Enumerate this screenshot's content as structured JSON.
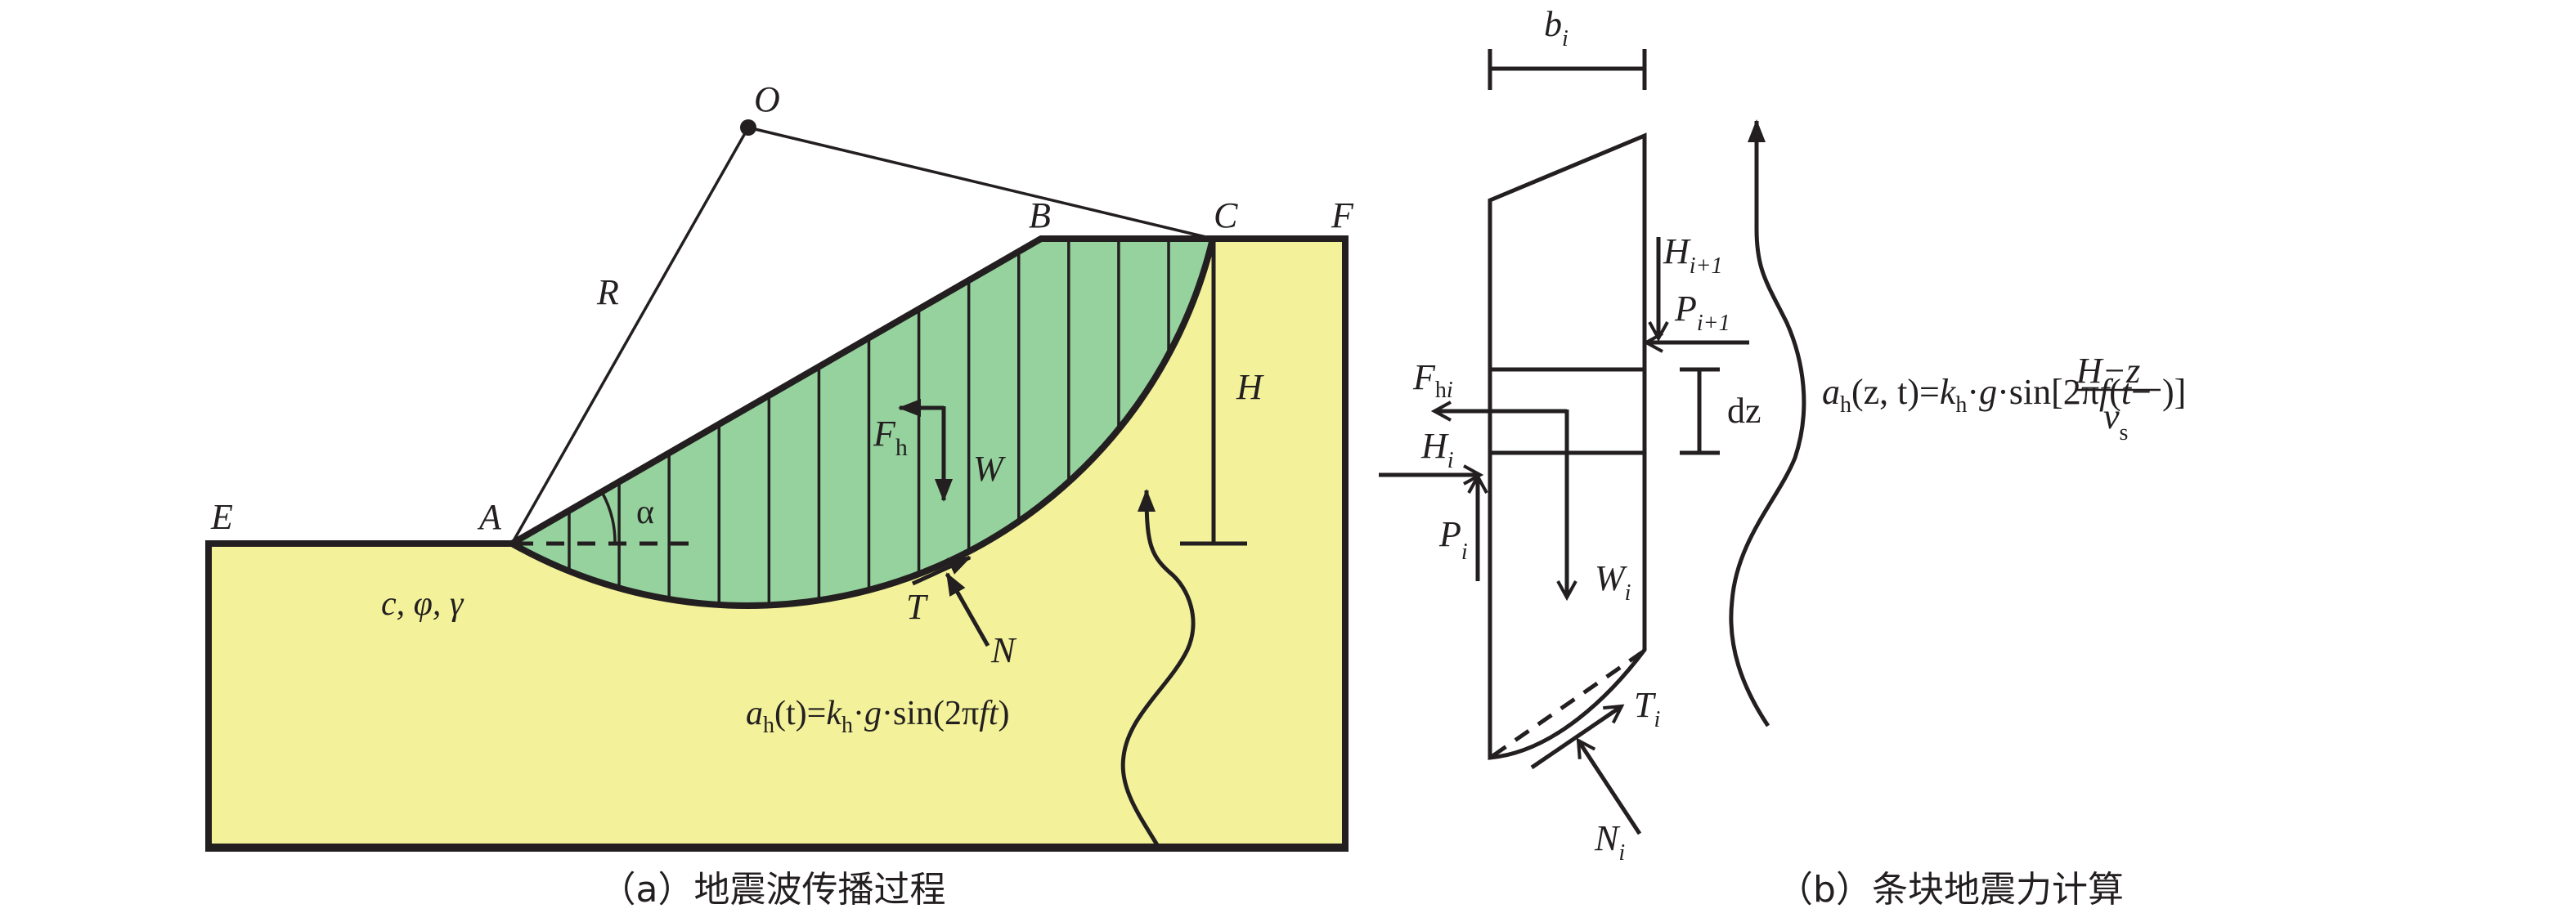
{
  "colors": {
    "soil": "#f3f29a",
    "sliding_mass": "#95d29e",
    "line": "#231f20",
    "background": "#ffffff"
  },
  "panel_a": {
    "points": {
      "O": "O",
      "A": "A",
      "B": "B",
      "C": "C",
      "E": "E",
      "F": "F"
    },
    "radius_label": "R",
    "height_label": "H",
    "angle_label": "α",
    "soil_params": "c, φ, γ",
    "forces": {
      "Fh": {
        "main": "F",
        "sub": "h"
      },
      "W": "W",
      "T": "T",
      "N": "N"
    },
    "formula": {
      "a": "a",
      "a_sub": "h",
      "part1": "(t)=",
      "k": "k",
      "k_sub": "h",
      "part2": "·",
      "g": "g",
      "part3": "·sin(2π",
      "ft": "ft",
      "part4": ")"
    },
    "slice_count": 13,
    "caption": "（a）地震波传播过程"
  },
  "panel_b": {
    "width_label": {
      "main": "b",
      "sub": "i"
    },
    "forces": {
      "H_next": {
        "main": "H",
        "sub": "i+1"
      },
      "P_next": {
        "main": "P",
        "sub": "i+1"
      },
      "Fh_i": {
        "main": "F",
        "sub1": "h",
        "sub2": "i"
      },
      "H_i": {
        "main": "H",
        "sub": "i"
      },
      "P_i": {
        "main": "P",
        "sub": "i"
      },
      "W_i": {
        "main": "W",
        "sub": "i"
      },
      "T_i": {
        "main": "T",
        "sub": "i"
      },
      "N_i": {
        "main": "N",
        "sub": "i"
      }
    },
    "dz_label": "dz",
    "formula": {
      "a": "a",
      "a_sub": "h",
      "args": "(z, t)=",
      "k": "k",
      "k_sub": "h",
      "dot1": "·",
      "g": "g",
      "mid": "·sin[2π",
      "f": "f",
      "open": "(",
      "t": "t",
      "minus": "−",
      "num": "H−z",
      "den": "v",
      "den_sub": "s",
      "close": ")]"
    },
    "caption": "（b）条块地震力计算"
  }
}
